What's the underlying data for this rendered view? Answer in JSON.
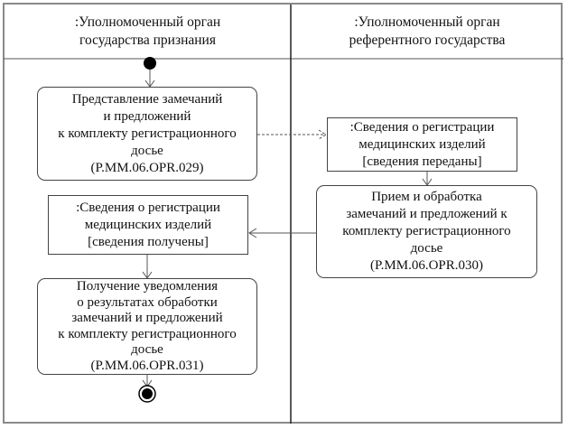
{
  "lanes": [
    {
      "title": [
        ":Уполномоченный орган",
        "государства признания"
      ]
    },
    {
      "title": [
        ":Уполномоченный орган",
        "референтного государства"
      ]
    }
  ],
  "nodes": {
    "a029": [
      "Представление замечаний",
      "и предложений",
      "к комплекту регистрационного",
      "досье",
      "(P.MM.06.OPR.029)"
    ],
    "obj_sent": [
      ":Сведения о регистрации",
      "медицинских изделий",
      "[сведения переданы]"
    ],
    "a030": [
      "Прием и обработка",
      "замечаний и предложений к",
      "комплекту регистрационного",
      "досье",
      "(P.MM.06.OPR.030)"
    ],
    "obj_recv": [
      ":Сведения о регистрации",
      "медицинских изделий",
      "[сведения получены]"
    ],
    "a031": [
      "Получение уведомления",
      "о результатах обработки",
      "замечаний и предложений",
      "к комплекту регистрационного",
      "досье",
      "(P.MM.06.OPR.031)"
    ]
  }
}
